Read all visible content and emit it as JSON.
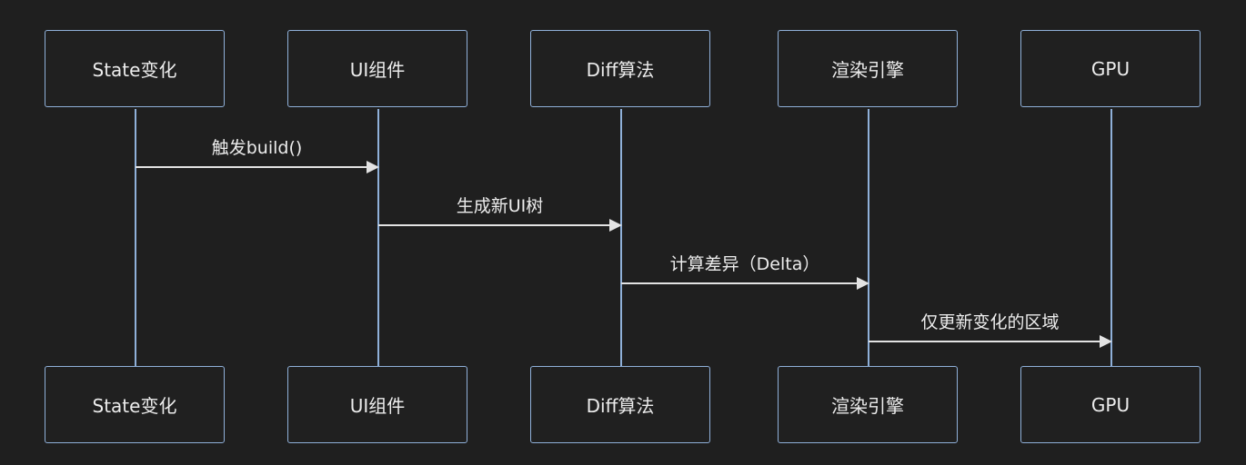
{
  "diagram": {
    "type": "sequence",
    "participants": [
      {
        "id": "state",
        "label": "State变化"
      },
      {
        "id": "ui",
        "label": "UI组件"
      },
      {
        "id": "diff",
        "label": "Diff算法"
      },
      {
        "id": "render",
        "label": "渲染引擎"
      },
      {
        "id": "gpu",
        "label": "GPU"
      }
    ],
    "messages": [
      {
        "from": "state",
        "to": "ui",
        "label": "触发build()"
      },
      {
        "from": "ui",
        "to": "diff",
        "label": "生成新UI树"
      },
      {
        "from": "diff",
        "to": "render",
        "label": "计算差异（Delta）"
      },
      {
        "from": "render",
        "to": "gpu",
        "label": "仅更新变化的区域"
      }
    ],
    "colors": {
      "background": "#1f1f1f",
      "box_border": "#8fb0d9",
      "lifeline": "#8fb0d9",
      "arrow": "#e3e3e3",
      "text": "#ececec"
    }
  }
}
